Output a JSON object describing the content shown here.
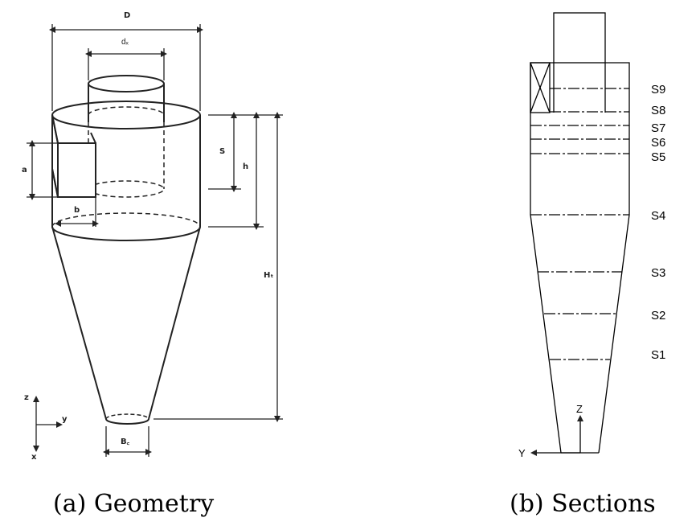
{
  "geometry": {
    "caption": "(a) Geometry",
    "labels": {
      "D": "D",
      "dx": "dₓ",
      "a": "a",
      "b": "b",
      "S": "S",
      "h": "h",
      "Ht": "Hₜ",
      "Bc": "B꜀"
    },
    "axes": {
      "z": "z",
      "y": "y",
      "x": "x"
    }
  },
  "sections": {
    "caption": "(b) Sections",
    "labels": [
      "S9",
      "S8",
      "S7",
      "S6",
      "S5",
      "S4",
      "S3",
      "S2",
      "S1"
    ],
    "axes": {
      "z": "Z",
      "y": "Y"
    }
  }
}
